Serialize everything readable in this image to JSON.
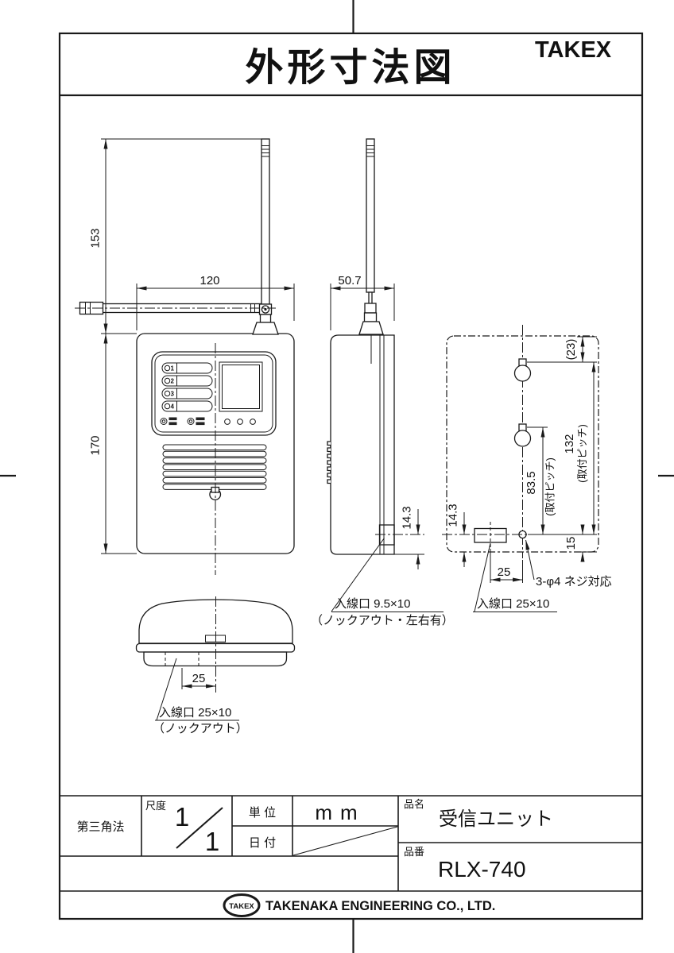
{
  "page": {
    "title": "外形寸法図",
    "brand": "TAKEX"
  },
  "front": {
    "dim_antenna": "153",
    "dim_width": "120",
    "dim_height": "170",
    "ch1": "1",
    "ch2": "2",
    "ch3": "3",
    "ch4": "4"
  },
  "side": {
    "dim_depth": "50.7",
    "dim_knockout": "14.3",
    "inlet_label": "入線口 9.5×10",
    "inlet_note": "（ノックアウト・左右有）"
  },
  "rear": {
    "dim_top": "(23)",
    "dim_pitch_full": "132",
    "dim_pitch_full_note": "(取付ピッチ)",
    "dim_pitch_half": "83.5",
    "dim_pitch_half_note": "(取付ピッチ)",
    "dim_bottom": "15",
    "dim_knockout": "14.3",
    "dim_inlet": "25",
    "screw_label": "3-φ4 ネジ対応",
    "inlet_label": "入線口 25×10"
  },
  "bottom": {
    "dim_inlet": "25",
    "inlet_label": "入線口 25×10",
    "inlet_note": "（ノックアウト）"
  },
  "title_block": {
    "projection": "第三角法",
    "scale_label": "尺度",
    "scale_num": "1",
    "scale_den": "1",
    "unit_label": "単 位",
    "unit_value": "mm",
    "date_label": "日 付",
    "name_label": "品名",
    "name_value": "受信ユニット",
    "number_label": "品番",
    "number_value": "RLX-740"
  },
  "footer": {
    "logo": "TAKEX",
    "company": "TAKENAKA ENGINEERING CO., LTD."
  }
}
